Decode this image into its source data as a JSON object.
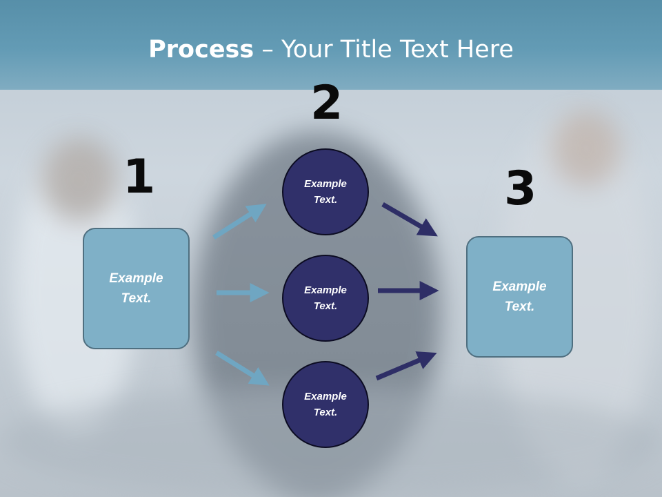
{
  "slide": {
    "title_bold": "Process",
    "title_rest": " – Your Title Text Here"
  },
  "steps": [
    {
      "number": "1",
      "items": [
        "Example\nText."
      ]
    },
    {
      "number": "2",
      "items": [
        "Example\nText.",
        "Example\nText.",
        "Example\nText."
      ]
    },
    {
      "number": "3",
      "items": [
        "Example\nText."
      ]
    }
  ],
  "colors": {
    "header": "#5b97b2",
    "box_fill": "#7fb0c7",
    "circle_fill": "#30306a",
    "arrow_light": "#6fa6c2",
    "arrow_dark": "#2e2e66"
  }
}
